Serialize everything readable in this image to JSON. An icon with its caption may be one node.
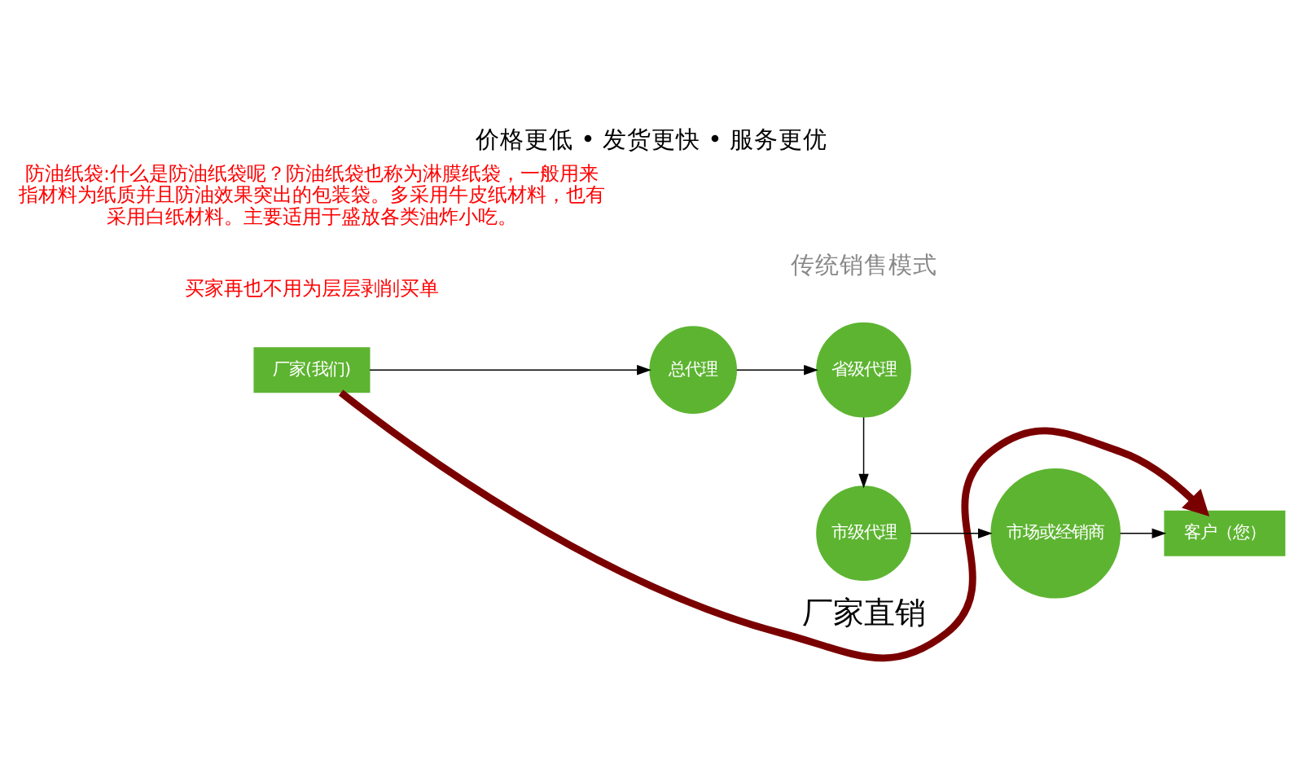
{
  "diagram": {
    "title": "价格更低 • 发货更快 • 服务更优",
    "caption": "防油纸袋:什么是防油纸袋呢？防油纸袋也称为淋膜纸袋，一般用来指材料为纸质并且防油效果突出的包装袋。多采用牛皮纸材料，也有采用白纸材料。主要适用于盛放各类油炸小吃。",
    "nodes": [
      {
        "text": [
          "厂家(我们)"
        ]
      },
      {
        "text": [
          "总代理"
        ]
      },
      {
        "text": [
          "省级代理"
        ]
      },
      {
        "text": [
          "市级代理"
        ]
      },
      {
        "text": [
          "市场或经销商"
        ]
      },
      {
        "text": [
          "客户（您）"
        ]
      }
    ],
    "edges": [
      {
        "from": 0,
        "to": 1,
        "arrow": "to"
      },
      {
        "from": 1,
        "to": 2,
        "arrow": "to"
      },
      {
        "from": 2,
        "to": 3,
        "arrow": "to"
      },
      {
        "from": 3,
        "to": 4,
        "arrow": "to"
      },
      {
        "from": 4,
        "to": 5,
        "arrow": "to"
      },
      {
        "from": 0,
        "to": 5,
        "arrow": "to",
        "label": "厂家直销",
        "style": "thick",
        "color": "#7a0000"
      }
    ],
    "labels": [
      "传统销售模式",
      "买家再也不用为层层剥削买单"
    ]
  }
}
